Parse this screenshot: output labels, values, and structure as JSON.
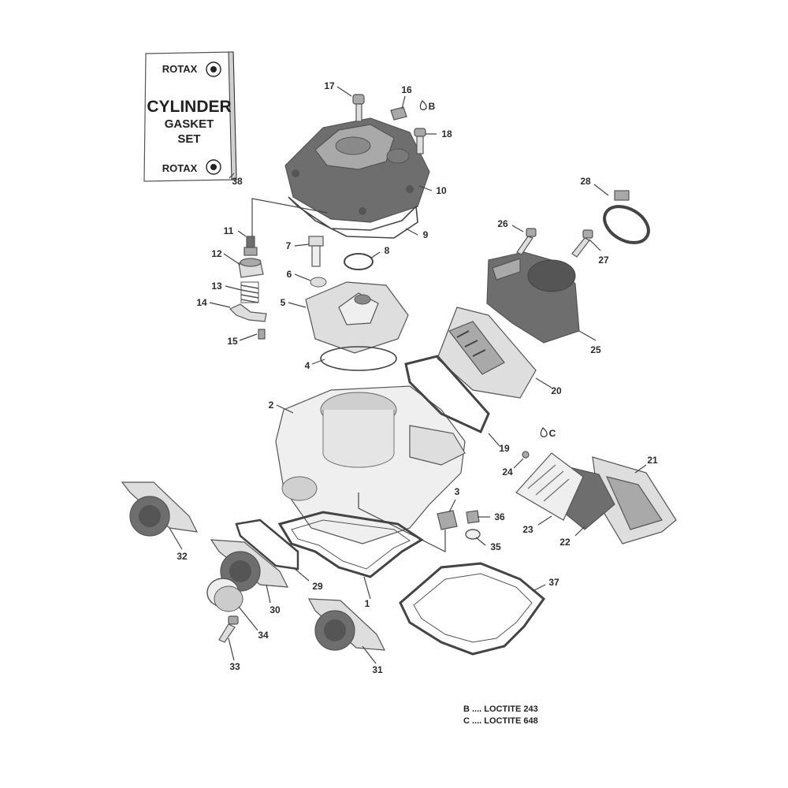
{
  "kit_box": {
    "brand_top": "ROTAX",
    "title_line1": "CYLINDER",
    "title_line2": "GASKET",
    "title_line3": "SET",
    "brand_bottom": "ROTAX"
  },
  "callouts": {
    "c1": "1",
    "c2": "2",
    "c3": "3",
    "c4": "4",
    "c5": "5",
    "c6": "6",
    "c7": "7",
    "c8": "8",
    "c9": "9",
    "c10": "10",
    "c11": "11",
    "c12": "12",
    "c13": "13",
    "c14": "14",
    "c15": "15",
    "c16": "16",
    "c17": "17",
    "c18": "18",
    "c19": "19",
    "c20": "20",
    "c21": "21",
    "c22": "22",
    "c23": "23",
    "c24": "24",
    "c25": "25",
    "c26": "26",
    "c27": "27",
    "c28": "28",
    "c29": "29",
    "c30": "30",
    "c31": "31",
    "c32": "32",
    "c33": "33",
    "c34": "34",
    "c35": "35",
    "c36": "36",
    "c37": "37",
    "c38": "38"
  },
  "adhesive_marks": {
    "b": "B",
    "c": "C"
  },
  "legend": {
    "line_b": "B .... LOCTITE 243",
    "line_c": "C .... LOCTITE 648"
  }
}
